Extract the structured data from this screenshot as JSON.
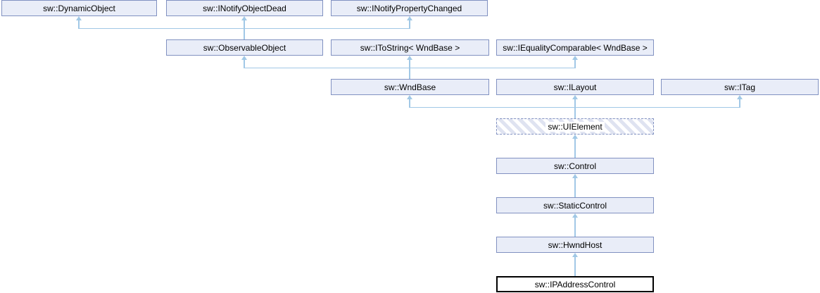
{
  "diagram": {
    "type": "class-inheritance-diagram",
    "target_class": "sw::IPAddressControl",
    "nodes": [
      {
        "id": "dynamic-object",
        "label": "sw::DynamicObject",
        "style": "linked"
      },
      {
        "id": "inotify-object-dead",
        "label": "sw::INotifyObjectDead",
        "style": "linked"
      },
      {
        "id": "inotify-property-changed",
        "label": "sw::INotifyPropertyChanged",
        "style": "linked"
      },
      {
        "id": "observable-object",
        "label": "sw::ObservableObject",
        "style": "linked"
      },
      {
        "id": "itostring-wndbase",
        "label": "sw::IToString< WndBase >",
        "style": "linked"
      },
      {
        "id": "iequality-comparable-wndbase",
        "label": "sw::IEqualityComparable< WndBase >",
        "style": "linked"
      },
      {
        "id": "wndbase",
        "label": "sw::WndBase",
        "style": "linked"
      },
      {
        "id": "ilayout",
        "label": "sw::ILayout",
        "style": "linked"
      },
      {
        "id": "itag",
        "label": "sw::ITag",
        "style": "linked"
      },
      {
        "id": "uielement",
        "label": "sw::UIElement",
        "style": "truncated-hatched"
      },
      {
        "id": "control",
        "label": "sw::Control",
        "style": "linked"
      },
      {
        "id": "static-control",
        "label": "sw::StaticControl",
        "style": "linked"
      },
      {
        "id": "hwnd-host",
        "label": "sw::HwndHost",
        "style": "linked"
      },
      {
        "id": "ipaddress-control",
        "label": "sw::IPAddressControl",
        "style": "current"
      }
    ],
    "edges": [
      {
        "from": "observable-object",
        "to": "dynamic-object"
      },
      {
        "from": "observable-object",
        "to": "inotify-object-dead"
      },
      {
        "from": "observable-object",
        "to": "inotify-property-changed"
      },
      {
        "from": "wndbase",
        "to": "observable-object"
      },
      {
        "from": "wndbase",
        "to": "itostring-wndbase"
      },
      {
        "from": "wndbase",
        "to": "iequality-comparable-wndbase"
      },
      {
        "from": "uielement",
        "to": "wndbase"
      },
      {
        "from": "uielement",
        "to": "ilayout"
      },
      {
        "from": "uielement",
        "to": "itag"
      },
      {
        "from": "control",
        "to": "uielement"
      },
      {
        "from": "static-control",
        "to": "control"
      },
      {
        "from": "hwnd-host",
        "to": "static-control"
      },
      {
        "from": "ipaddress-control",
        "to": "hwnd-host"
      }
    ],
    "colors": {
      "node_fill": "#e9edf8",
      "node_border": "#8191c1",
      "edge": "#a1c8e6",
      "current_node_border": "#000000",
      "current_node_fill": "#ffffff"
    }
  }
}
